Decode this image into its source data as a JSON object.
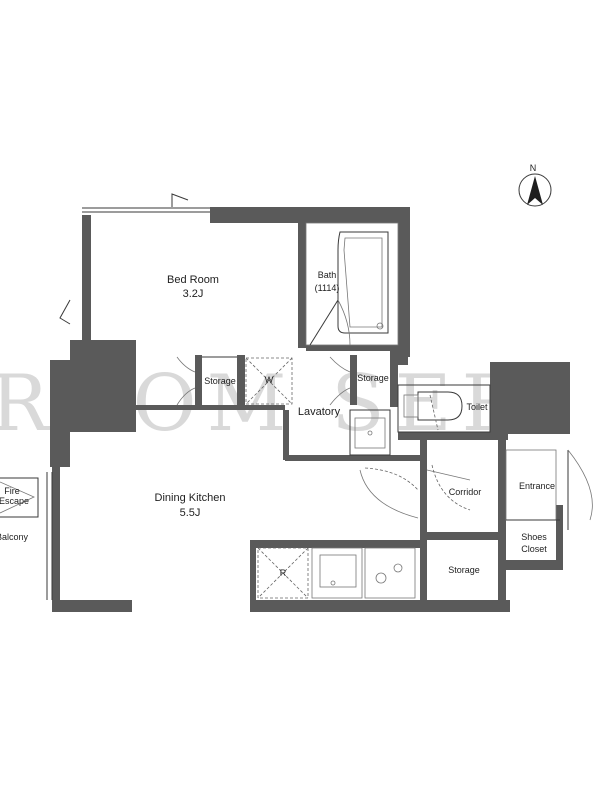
{
  "plan": {
    "rooms": {
      "bedroom": {
        "name": "Bed Room",
        "size": "3.2J"
      },
      "bath": {
        "name": "Bath",
        "size": "(1114)"
      },
      "storage_left": "Storage",
      "wardrobe": "W",
      "lavatory": "Lavatory",
      "storage_right": "Storage",
      "toilet": "Toilet",
      "dining": {
        "name": "Dining Kitchen",
        "size": "5.5J"
      },
      "corridor": "Corridor",
      "entrance": "Entrance",
      "shoes_closet": {
        "line1": "Shoes",
        "line2": "Closet"
      },
      "storage_bottom": "Storage",
      "refrigerator": "R",
      "fire_escape": {
        "line1": "Fire",
        "line2": "Escape"
      },
      "balcony": "Balcony"
    },
    "compass": {
      "label": "N"
    },
    "watermark": "ROOM SERI"
  }
}
